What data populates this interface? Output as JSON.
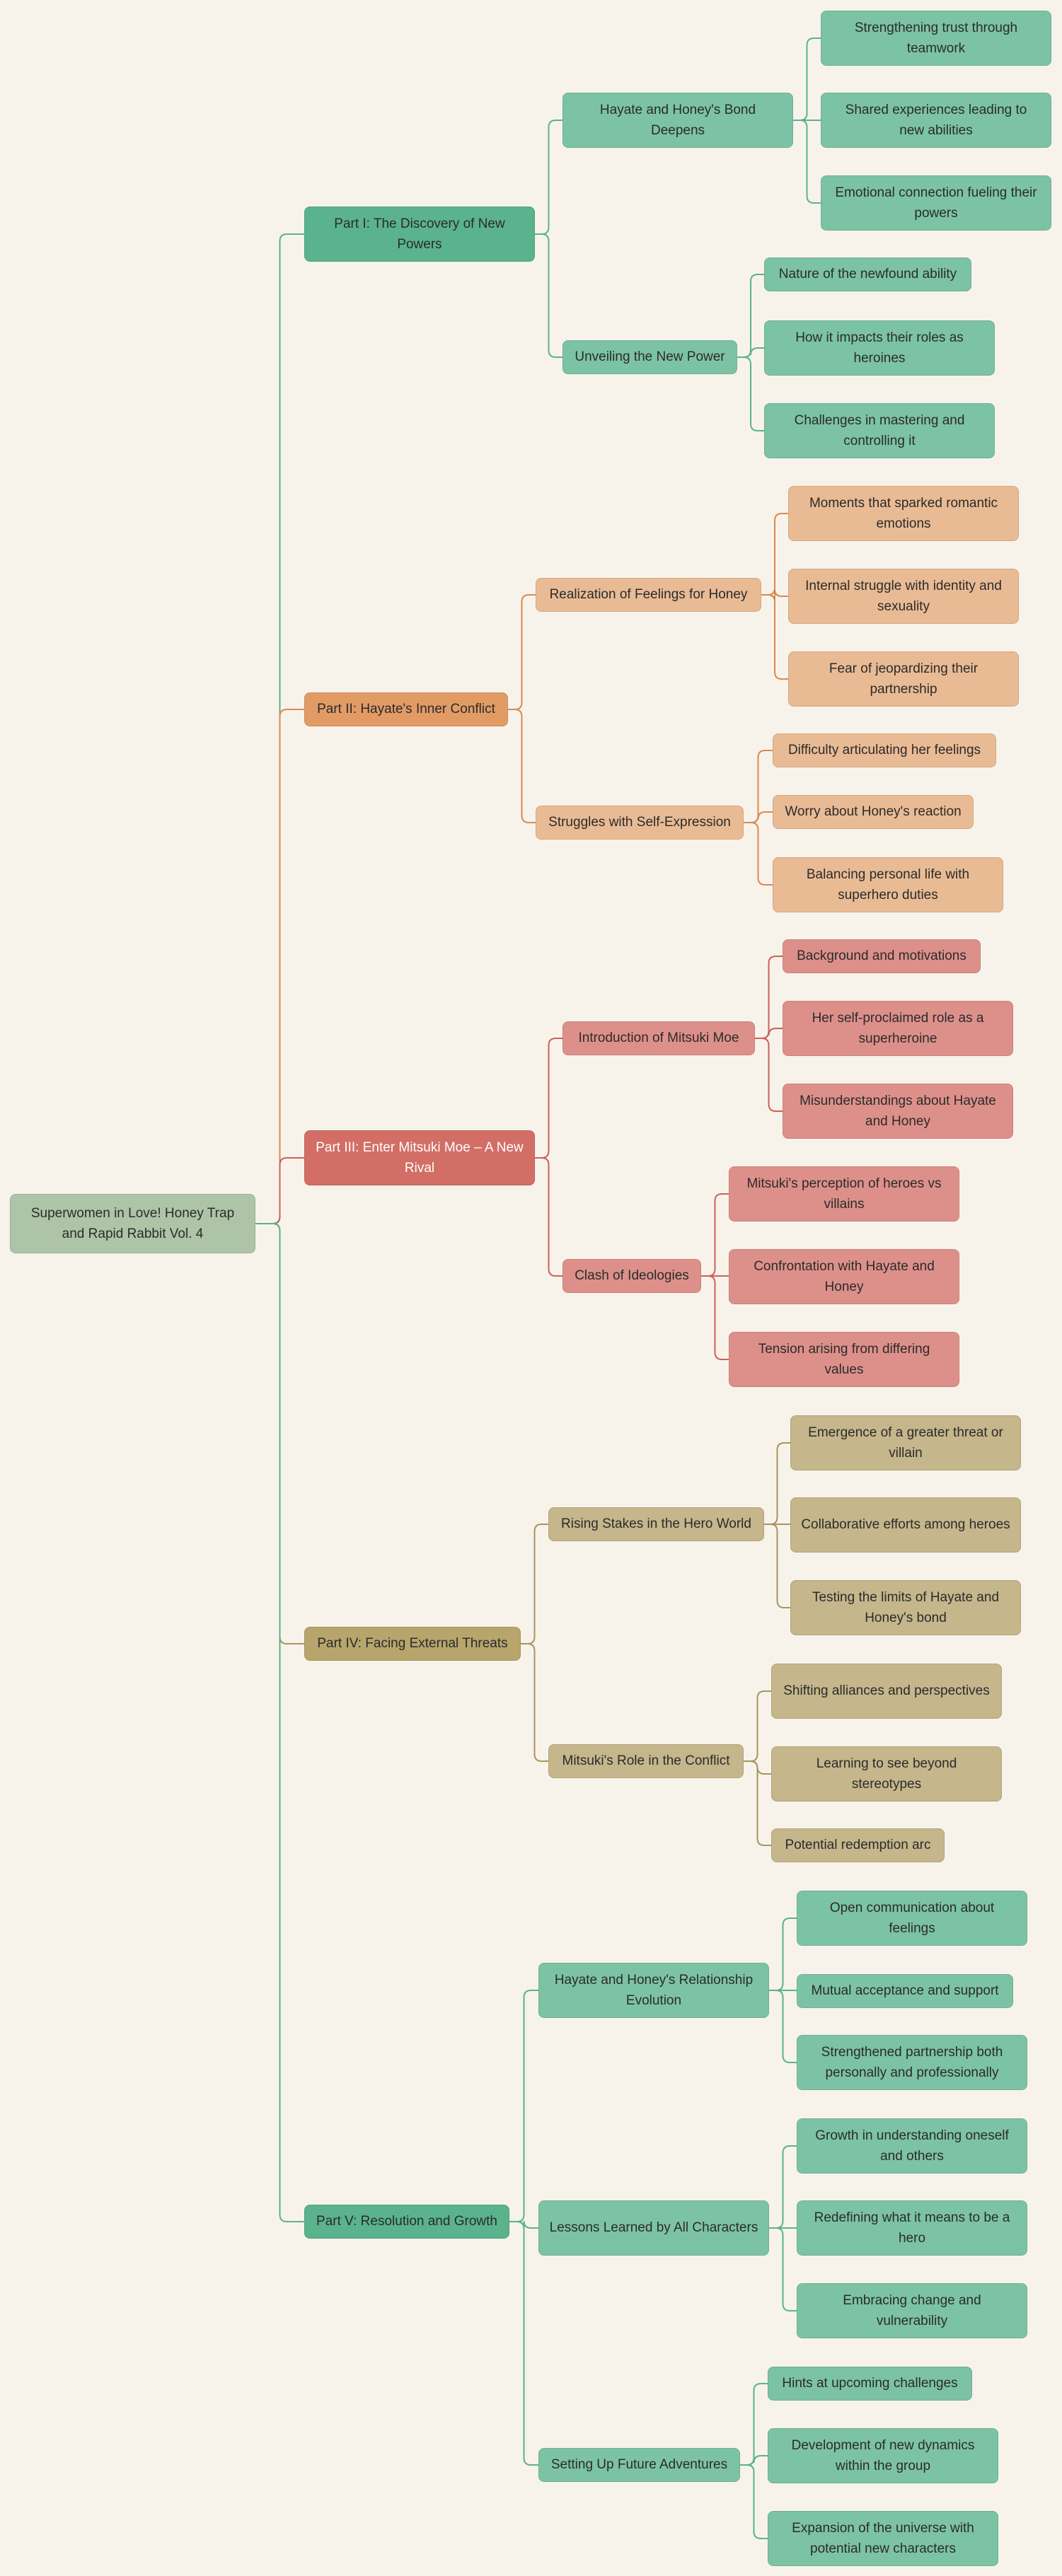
{
  "root": "Superwomen in Love! Honey Trap and Rapid Rabbit Vol. 4",
  "parts": [
    {
      "label": "Part I: The Discovery of New Powers",
      "sections": [
        {
          "label": "Hayate and Honey's Bond Deepens",
          "items": [
            "Strengthening trust through teamwork",
            "Shared experiences leading to new abilities",
            "Emotional connection fueling their powers"
          ]
        },
        {
          "label": "Unveiling the New Power",
          "items": [
            "Nature of the newfound ability",
            "How it impacts their roles as heroines",
            "Challenges in mastering and controlling it"
          ]
        }
      ]
    },
    {
      "label": "Part II: Hayate's Inner Conflict",
      "sections": [
        {
          "label": "Realization of Feelings for Honey",
          "items": [
            "Moments that sparked romantic emotions",
            "Internal struggle with identity and sexuality",
            "Fear of jeopardizing their partnership"
          ]
        },
        {
          "label": "Struggles with Self-Expression",
          "items": [
            "Difficulty articulating her feelings",
            "Worry about Honey's reaction",
            "Balancing personal life with superhero duties"
          ]
        }
      ]
    },
    {
      "label": "Part III: Enter Mitsuki Moe – A New Rival",
      "sections": [
        {
          "label": "Introduction of Mitsuki Moe",
          "items": [
            "Background and motivations",
            "Her self-proclaimed role as a superheroine",
            "Misunderstandings about Hayate and Honey"
          ]
        },
        {
          "label": "Clash of Ideologies",
          "items": [
            "Mitsuki's perception of heroes vs villains",
            "Confrontation with Hayate and Honey",
            "Tension arising from differing values"
          ]
        }
      ]
    },
    {
      "label": "Part IV: Facing External Threats",
      "sections": [
        {
          "label": "Rising Stakes in the Hero World",
          "items": [
            "Emergence of a greater threat or villain",
            "Collaborative efforts among heroes",
            "Testing the limits of Hayate and Honey's bond"
          ]
        },
        {
          "label": "Mitsuki's Role in the Conflict",
          "items": [
            "Shifting alliances and perspectives",
            "Learning to see beyond stereotypes",
            "Potential redemption arc"
          ]
        }
      ]
    },
    {
      "label": "Part V: Resolution and Growth",
      "sections": [
        {
          "label": "Hayate and Honey's Relationship Evolution",
          "items": [
            "Open communication about feelings",
            "Mutual acceptance and support",
            "Strengthened partnership both personally and professionally"
          ]
        },
        {
          "label": "Lessons Learned by All Characters",
          "items": [
            "Growth in understanding oneself and others",
            "Redefining what it means to be a hero",
            "Embracing change and vulnerability"
          ]
        },
        {
          "label": "Setting Up Future Adventures",
          "items": [
            "Hints at upcoming challenges",
            "Development of new dynamics within the group",
            "Expansion of the universe with potential new characters"
          ]
        }
      ]
    }
  ],
  "colors": {
    "background": "#f8f3ea",
    "branch_lines": [
      "#5ab38d",
      "#d98a50",
      "#c8625b",
      "#a8955e",
      "#5ab38d"
    ]
  }
}
